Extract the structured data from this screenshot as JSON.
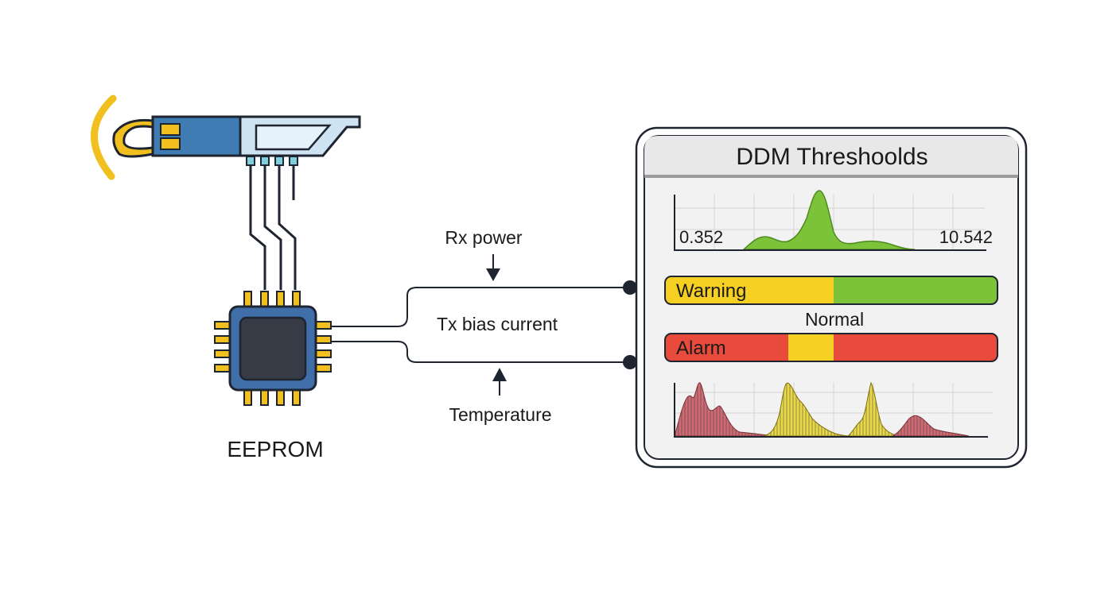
{
  "labels": {
    "eeprom": "EEPROM",
    "rx_power": "Rx power",
    "tx_bias": "Tx bias current",
    "temperature": "Temperature"
  },
  "panel": {
    "title": "DDM Threshoolds",
    "axis_min": "0.352",
    "axis_max": "10.542",
    "warning_label": "Warning",
    "normal_label": "Normal",
    "alarm_label": "Alarm"
  },
  "colors": {
    "blue": "#3f7cb4",
    "light_blue": "#cfe4f2",
    "chip_body": "#3f6ea8",
    "chip_core": "#363b45",
    "gold": "#f2c01e",
    "green": "#7cc33a",
    "yellow": "#f5cf22",
    "red": "#e84b3c",
    "panel_bg": "#f2f2f2",
    "panel_header": "#e8e8e8",
    "outline": "#1e2430"
  }
}
